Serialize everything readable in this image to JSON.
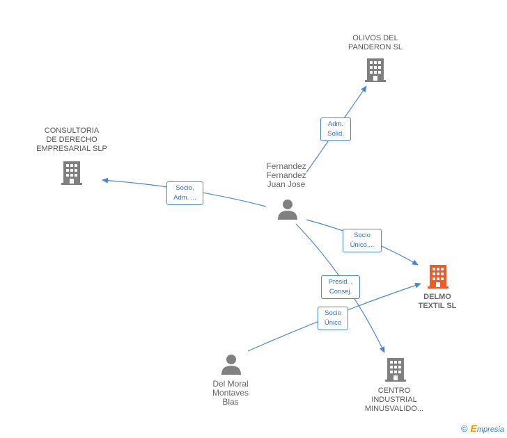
{
  "nodes": {
    "olivos": {
      "label": "OLIVOS DEL\nPANDERON SL",
      "type": "company"
    },
    "consultoria": {
      "label": "CONSULTORIA\nDE DERECHO\nEMPRESARIAL SLP",
      "type": "company"
    },
    "fernandez": {
      "label": "Fernandez\nFernandez\nJuan Jose",
      "type": "person"
    },
    "delmo": {
      "label": "DELMO\nTEXTIL SL",
      "type": "company-focus"
    },
    "centro": {
      "label": "CENTRO\nINDUSTRIAL\nMINUSVALIDO...",
      "type": "company"
    },
    "delmoral": {
      "label": "Del Moral\nMontaves\nBlas",
      "type": "person"
    }
  },
  "edges": {
    "adm_solid": {
      "label": "Adm.\nSolid."
    },
    "socio_adm": {
      "label": "Socio,\nAdm. ..."
    },
    "socio_unico_1": {
      "label": "Socio\nÚnico,..."
    },
    "presid": {
      "label": "Presid. ,\nConsej."
    },
    "socio_unico_2": {
      "label": "Socio\nÚnico"
    }
  },
  "colors": {
    "edge": "#4a86d8",
    "icon": "#808080",
    "focus": "#f05a28"
  },
  "footer": {
    "copyright": "©",
    "brand_first": "E",
    "brand_rest": "mpresia"
  }
}
